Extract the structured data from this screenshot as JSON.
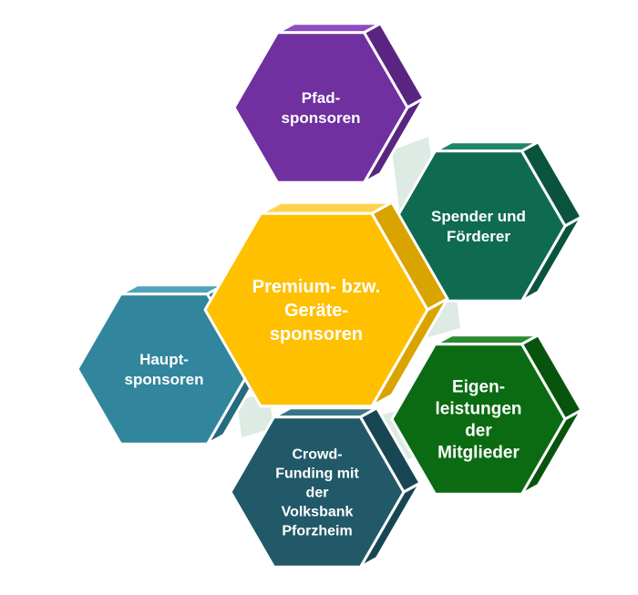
{
  "diagram": {
    "hexagons": [
      {
        "id": "pfad",
        "lines": [
          "Pfad-",
          "sponsoren"
        ],
        "color": "#7030A0",
        "side": "#5A2580",
        "top": "#8E4CC0"
      },
      {
        "id": "spender",
        "lines": [
          "Spender und",
          "Förderer"
        ],
        "color": "#0E6B50",
        "side": "#0A543E",
        "top": "#1E8566"
      },
      {
        "id": "premium",
        "lines": [
          "Premium- bzw.",
          "Geräte-",
          "sponsoren"
        ],
        "color": "#FFC000",
        "side": "#D9A300",
        "top": "#FFD24D"
      },
      {
        "id": "haupt",
        "lines": [
          "Haupt-",
          "sponsoren"
        ],
        "color": "#31859C",
        "side": "#256C80",
        "top": "#4FA3BA"
      },
      {
        "id": "eigen",
        "lines": [
          "Eigen-",
          "leistungen",
          "der",
          "Mitglieder"
        ],
        "color": "#0B6B12",
        "side": "#08540D",
        "top": "#2A8A31"
      },
      {
        "id": "crowd",
        "lines": [
          "Crowd-",
          "Funding mit",
          "der",
          "Volksbank",
          "Pforzheim"
        ],
        "color": "#215968",
        "side": "#184653",
        "top": "#3A7586"
      }
    ]
  }
}
